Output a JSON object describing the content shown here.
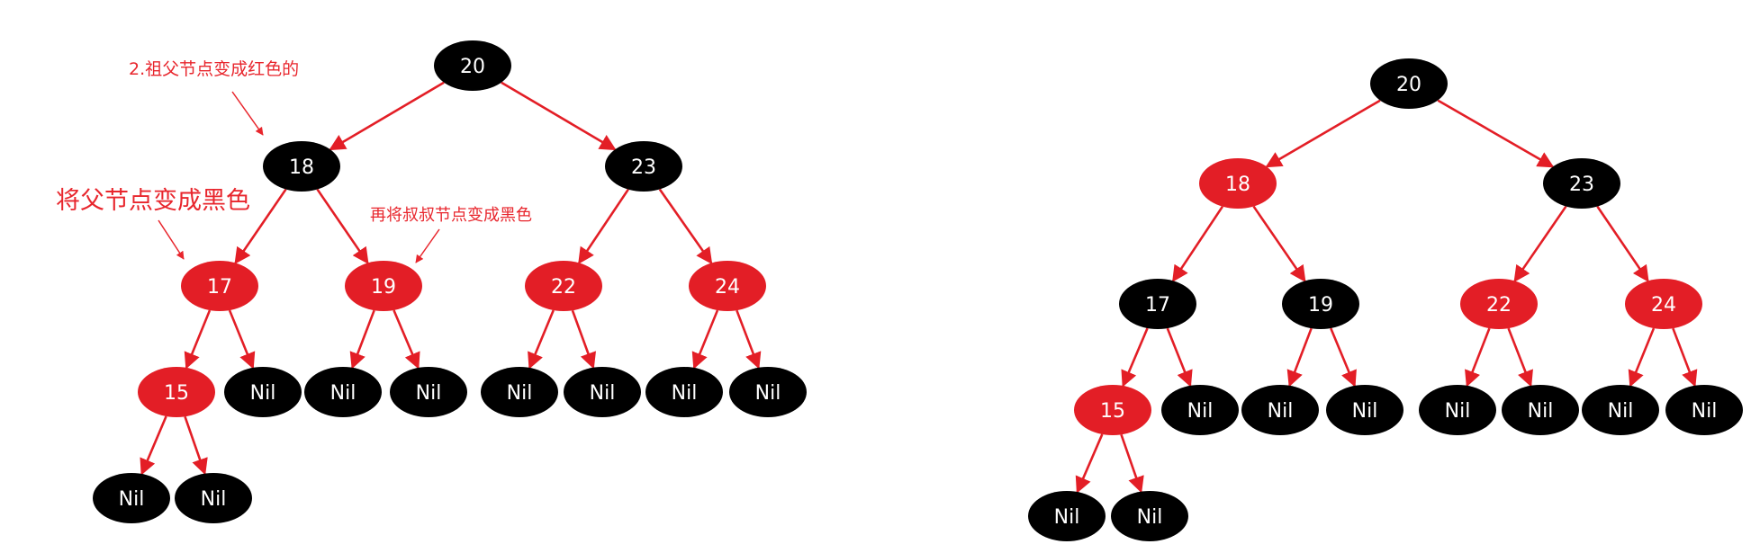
{
  "colors": {
    "red": "#e31e26",
    "black": "#000000",
    "edge": "#e31e26",
    "label": "#ffffff",
    "annotation": "#e8262d"
  },
  "annotations": {
    "grandparent": "2.祖父节点变成红色的",
    "parent": "将父节点变成黑色",
    "uncle": "再将叔叔节点变成黑色"
  },
  "trees": [
    {
      "name": "before",
      "nodes": [
        {
          "id": "n20",
          "label": "20",
          "color": "black",
          "parent": null
        },
        {
          "id": "n18",
          "label": "18",
          "color": "black",
          "parent": "n20"
        },
        {
          "id": "n23",
          "label": "23",
          "color": "black",
          "parent": "n20"
        },
        {
          "id": "n17",
          "label": "17",
          "color": "red",
          "parent": "n18"
        },
        {
          "id": "n19",
          "label": "19",
          "color": "red",
          "parent": "n18"
        },
        {
          "id": "n22",
          "label": "22",
          "color": "red",
          "parent": "n23"
        },
        {
          "id": "n24",
          "label": "24",
          "color": "red",
          "parent": "n23"
        },
        {
          "id": "n15",
          "label": "15",
          "color": "red",
          "parent": "n17"
        },
        {
          "id": "n17r",
          "label": "Nil",
          "color": "black",
          "parent": "n17"
        },
        {
          "id": "n19l",
          "label": "Nil",
          "color": "black",
          "parent": "n19"
        },
        {
          "id": "n19r",
          "label": "Nil",
          "color": "black",
          "parent": "n19"
        },
        {
          "id": "n22l",
          "label": "Nil",
          "color": "black",
          "parent": "n22"
        },
        {
          "id": "n22r",
          "label": "Nil",
          "color": "black",
          "parent": "n22"
        },
        {
          "id": "n24l",
          "label": "Nil",
          "color": "black",
          "parent": "n24"
        },
        {
          "id": "n24r",
          "label": "Nil",
          "color": "black",
          "parent": "n24"
        },
        {
          "id": "n15l",
          "label": "Nil",
          "color": "black",
          "parent": "n15"
        },
        {
          "id": "n15r",
          "label": "Nil",
          "color": "black",
          "parent": "n15"
        }
      ]
    },
    {
      "name": "after",
      "nodes": [
        {
          "id": "n20",
          "label": "20",
          "color": "black",
          "parent": null
        },
        {
          "id": "n18",
          "label": "18",
          "color": "red",
          "parent": "n20"
        },
        {
          "id": "n23",
          "label": "23",
          "color": "black",
          "parent": "n20"
        },
        {
          "id": "n17",
          "label": "17",
          "color": "black",
          "parent": "n18"
        },
        {
          "id": "n19",
          "label": "19",
          "color": "black",
          "parent": "n18"
        },
        {
          "id": "n22",
          "label": "22",
          "color": "red",
          "parent": "n23"
        },
        {
          "id": "n24",
          "label": "24",
          "color": "red",
          "parent": "n23"
        },
        {
          "id": "n15",
          "label": "15",
          "color": "red",
          "parent": "n17"
        },
        {
          "id": "n17r",
          "label": "Nil",
          "color": "black",
          "parent": "n17"
        },
        {
          "id": "n19l",
          "label": "Nil",
          "color": "black",
          "parent": "n19"
        },
        {
          "id": "n19r",
          "label": "Nil",
          "color": "black",
          "parent": "n19"
        },
        {
          "id": "n22l",
          "label": "Nil",
          "color": "black",
          "parent": "n22"
        },
        {
          "id": "n22r",
          "label": "Nil",
          "color": "black",
          "parent": "n22"
        },
        {
          "id": "n24l",
          "label": "Nil",
          "color": "black",
          "parent": "n24"
        },
        {
          "id": "n24r",
          "label": "Nil",
          "color": "black",
          "parent": "n24"
        },
        {
          "id": "n15l",
          "label": "Nil",
          "color": "black",
          "parent": "n15"
        },
        {
          "id": "n15r",
          "label": "Nil",
          "color": "black",
          "parent": "n15"
        }
      ]
    }
  ]
}
